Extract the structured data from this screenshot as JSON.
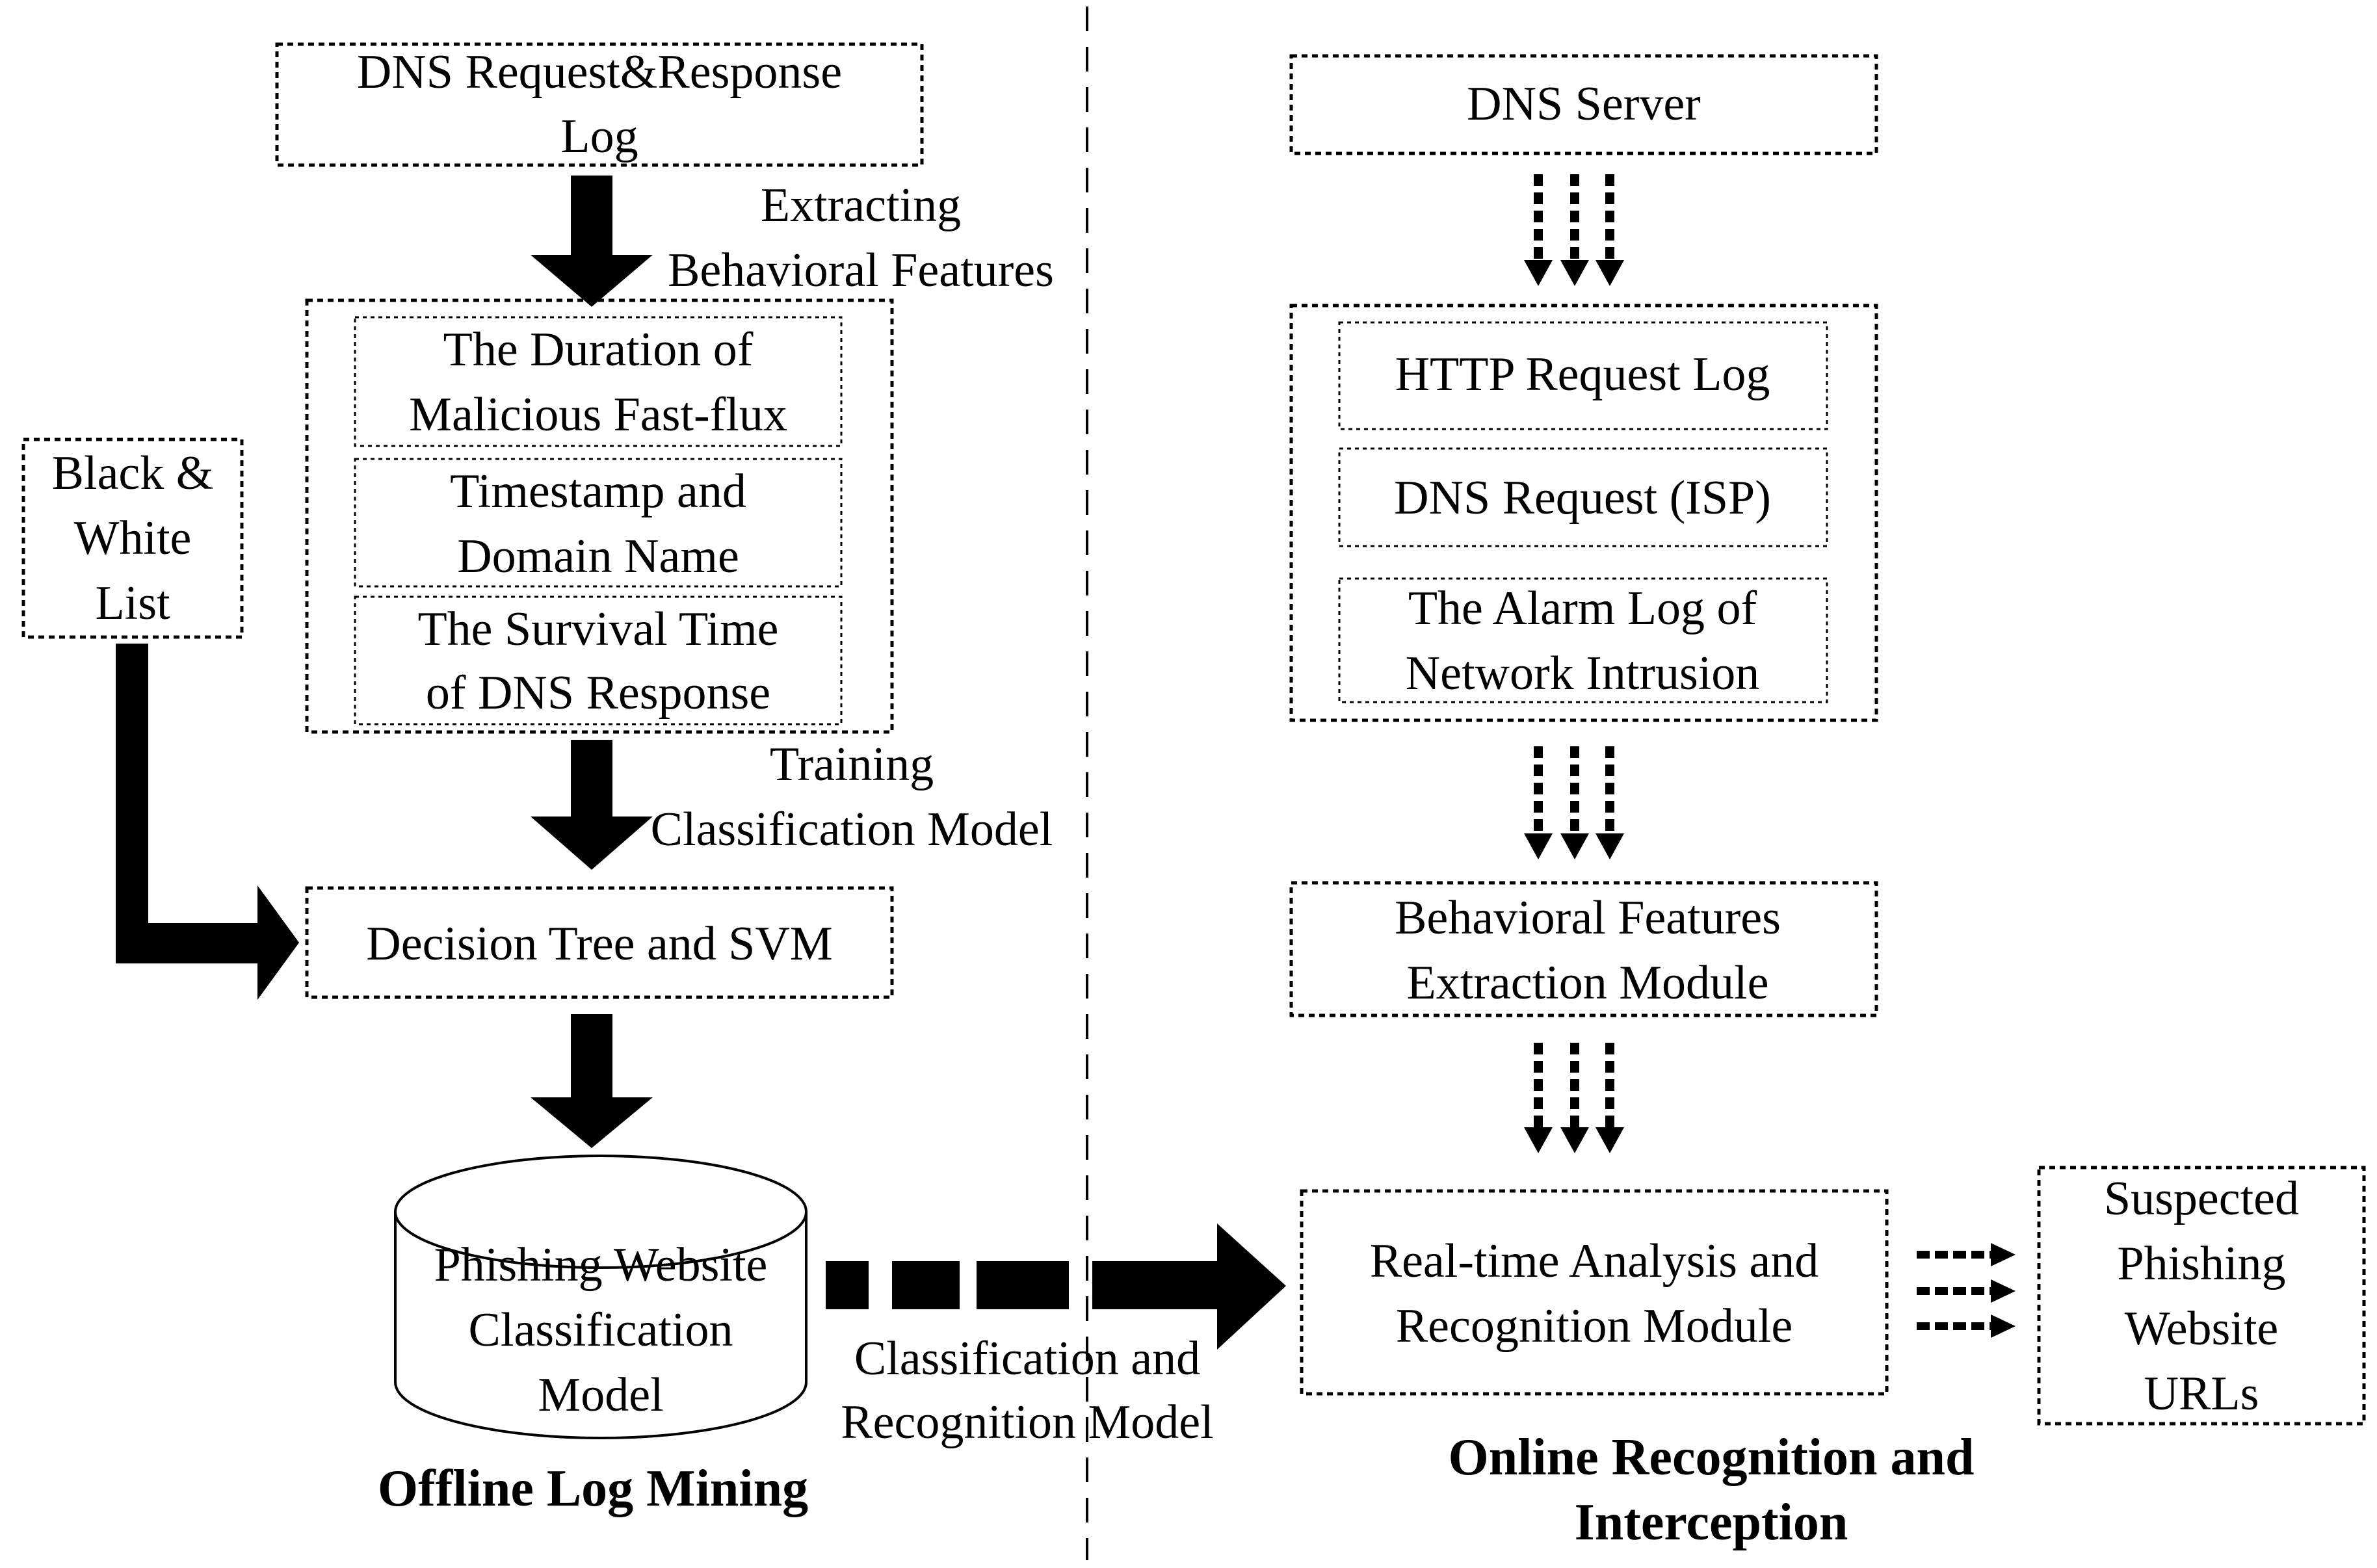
{
  "left_panel": {
    "dns_log_box": [
      "DNS Request&Response",
      "Log"
    ],
    "extract_label": [
      "Extracting",
      "Behavioral Features"
    ],
    "features": [
      [
        "The Duration of",
        "Malicious Fast-flux"
      ],
      [
        "Timestamp and",
        "Domain Name"
      ],
      [
        "The Survival Time",
        "of DNS Response"
      ]
    ],
    "blackwhite_box": [
      "Black &",
      "White",
      "List"
    ],
    "training_label": [
      "Training",
      "Classification Model"
    ],
    "decision_box": "Decision Tree and SVM",
    "cylinder": [
      "Phishing Website",
      "Classification",
      "Model"
    ],
    "section_title": "Offline Log Mining"
  },
  "center": {
    "transfer_label": [
      "Classification and",
      "Recognition Model"
    ]
  },
  "right_panel": {
    "dns_server_box": "DNS Server",
    "logs": [
      [
        "HTTP Request Log"
      ],
      [
        "DNS Request (ISP)"
      ],
      [
        "The Alarm Log of",
        "Network Intrusion"
      ]
    ],
    "bfe_box": [
      "Behavioral Features",
      "Extraction Module"
    ],
    "realtime_box": [
      "Real-time Analysis and",
      "Recognition Module"
    ],
    "suspected_box": [
      "Suspected",
      "Phishing",
      "Website",
      "URLs"
    ],
    "section_title": [
      "Online Recognition and",
      "Interception"
    ]
  }
}
